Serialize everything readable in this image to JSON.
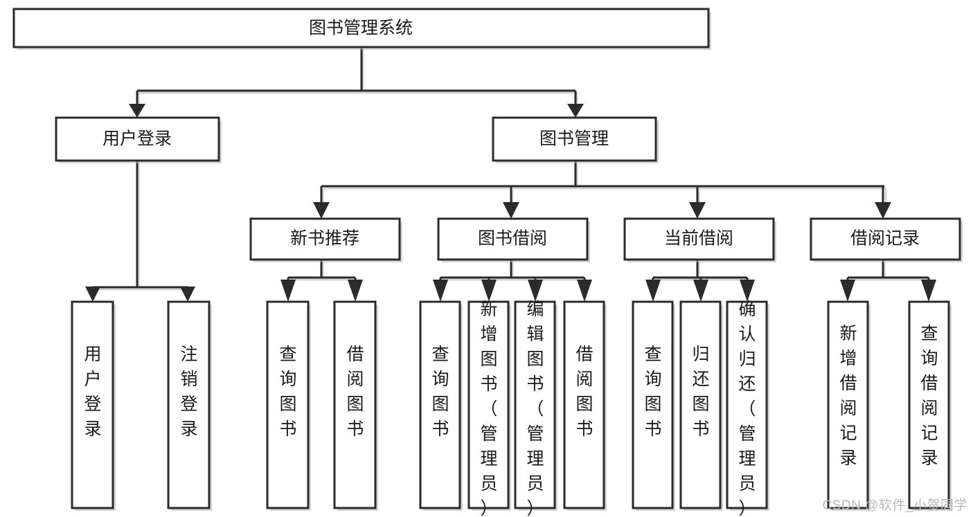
{
  "diagram": {
    "type": "tree-hierarchy-chart",
    "title": "图书管理系统",
    "watermark": "CSDN @软件_小贺同学",
    "colors": {
      "stroke": "#2b2b2b",
      "fill": "#ffffff",
      "text": "#1a1a1a",
      "shadow": "#b3b3b3",
      "watermark": "#b9b9b9"
    },
    "levels": [
      {
        "level": 1,
        "nodes": [
          {
            "id": "root",
            "label": "图书管理系统",
            "orientation": "horizontal"
          }
        ]
      },
      {
        "level": 2,
        "nodes": [
          {
            "id": "login",
            "label": "用户登录",
            "orientation": "horizontal",
            "parent": "root"
          },
          {
            "id": "bookmgmt",
            "label": "图书管理",
            "orientation": "horizontal",
            "parent": "root"
          }
        ]
      },
      {
        "level": 3,
        "nodes": [
          {
            "id": "newbook",
            "label": "新书推荐",
            "orientation": "horizontal",
            "parent": "bookmgmt"
          },
          {
            "id": "borrow",
            "label": "图书借阅",
            "orientation": "horizontal",
            "parent": "bookmgmt"
          },
          {
            "id": "current",
            "label": "当前借阅",
            "orientation": "horizontal",
            "parent": "bookmgmt"
          },
          {
            "id": "records",
            "label": "借阅记录",
            "orientation": "horizontal",
            "parent": "bookmgmt"
          }
        ]
      },
      {
        "level": 4,
        "nodes": [
          {
            "id": "leaf1",
            "label": "用户登录",
            "orientation": "vertical",
            "parent": "login"
          },
          {
            "id": "leaf2",
            "label": "注销登录",
            "orientation": "vertical",
            "parent": "login"
          },
          {
            "id": "leaf3",
            "label": "查询图书",
            "orientation": "vertical",
            "parent": "newbook"
          },
          {
            "id": "leaf4",
            "label": "借阅图书",
            "orientation": "vertical",
            "parent": "newbook"
          },
          {
            "id": "leaf5",
            "label": "查询图书",
            "orientation": "vertical",
            "parent": "borrow"
          },
          {
            "id": "leaf6",
            "label": "新增图书（管理员）",
            "orientation": "vertical",
            "parent": "borrow"
          },
          {
            "id": "leaf7",
            "label": "编辑图书（管理员）",
            "orientation": "vertical",
            "parent": "borrow"
          },
          {
            "id": "leaf8",
            "label": "借阅图书",
            "orientation": "vertical",
            "parent": "borrow"
          },
          {
            "id": "leaf9",
            "label": "查询图书",
            "orientation": "vertical",
            "parent": "current"
          },
          {
            "id": "leaf10",
            "label": "归还图书",
            "orientation": "vertical",
            "parent": "current"
          },
          {
            "id": "leaf11",
            "label": "确认归还（管理员）",
            "orientation": "vertical",
            "parent": "current"
          },
          {
            "id": "leaf12",
            "label": "新增借阅记录",
            "orientation": "vertical",
            "parent": "records"
          },
          {
            "id": "leaf13",
            "label": "查询借阅记录",
            "orientation": "vertical",
            "parent": "records"
          }
        ]
      }
    ]
  }
}
